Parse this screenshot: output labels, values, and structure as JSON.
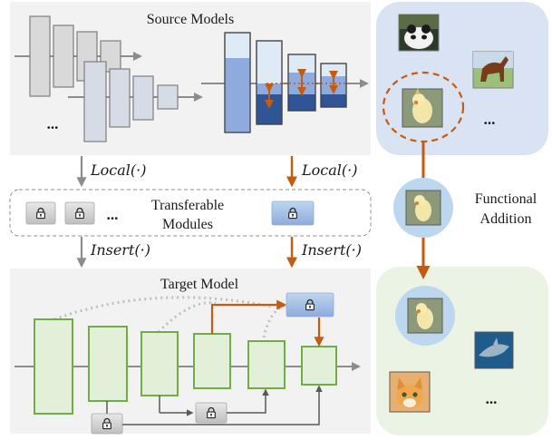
{
  "source_panel": {
    "title": "Source Models",
    "ellipsis": "..."
  },
  "ops": {
    "local": "Local(·)",
    "insert": "Insert(·)"
  },
  "transferable": {
    "label_line1": "Transferable",
    "label_line2": "Modules",
    "ellipsis": "..."
  },
  "target_panel": {
    "title": "Target Model"
  },
  "right_panel": {
    "functional_line1": "Functional",
    "functional_line2": "Addition",
    "top_ellipsis": "...",
    "bottom_ellipsis": "..."
  },
  "colors": {
    "orange": "#C55A11",
    "gray_arrow": "#8C8C8C",
    "source_bg": "#F2F2F2",
    "blue_light": "#8FAADC",
    "blue_dark": "#2F5597",
    "green_stroke": "#70AD47",
    "green_fill": "#E2F0D9",
    "panel_blue": "#DAE3F3",
    "panel_green": "#EBF3E4"
  },
  "icons": [
    "panda-image",
    "horse-image",
    "bird-image",
    "shark-image",
    "cat-image",
    "lock-icon"
  ]
}
